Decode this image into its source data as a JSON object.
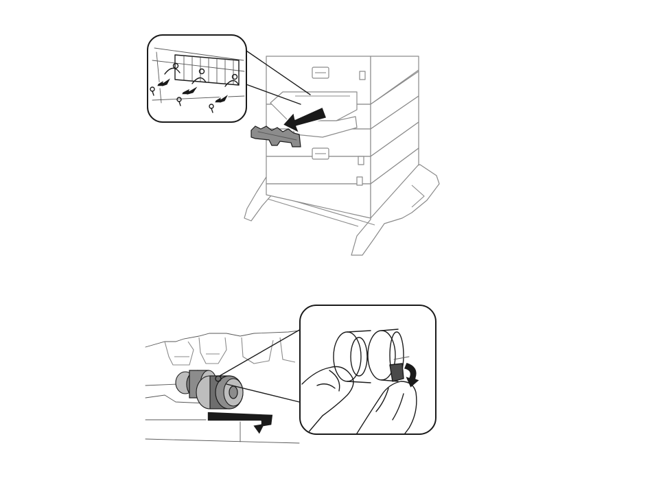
{
  "figures": [
    {
      "id": "figure-1",
      "description_icon": "printer-tray-cover-removal-illustration",
      "callout_icon": "screws-removal-magnified-callout"
    },
    {
      "id": "figure-2",
      "description_icon": "pickup-roller-removal-illustration",
      "callout_icon": "roller-release-tab-magnified-callout"
    }
  ],
  "colors": {
    "line": "#1a1a1a",
    "pale_line": "#8a8a8a",
    "part_fill": "#8c8c8c",
    "background": "#ffffff"
  }
}
